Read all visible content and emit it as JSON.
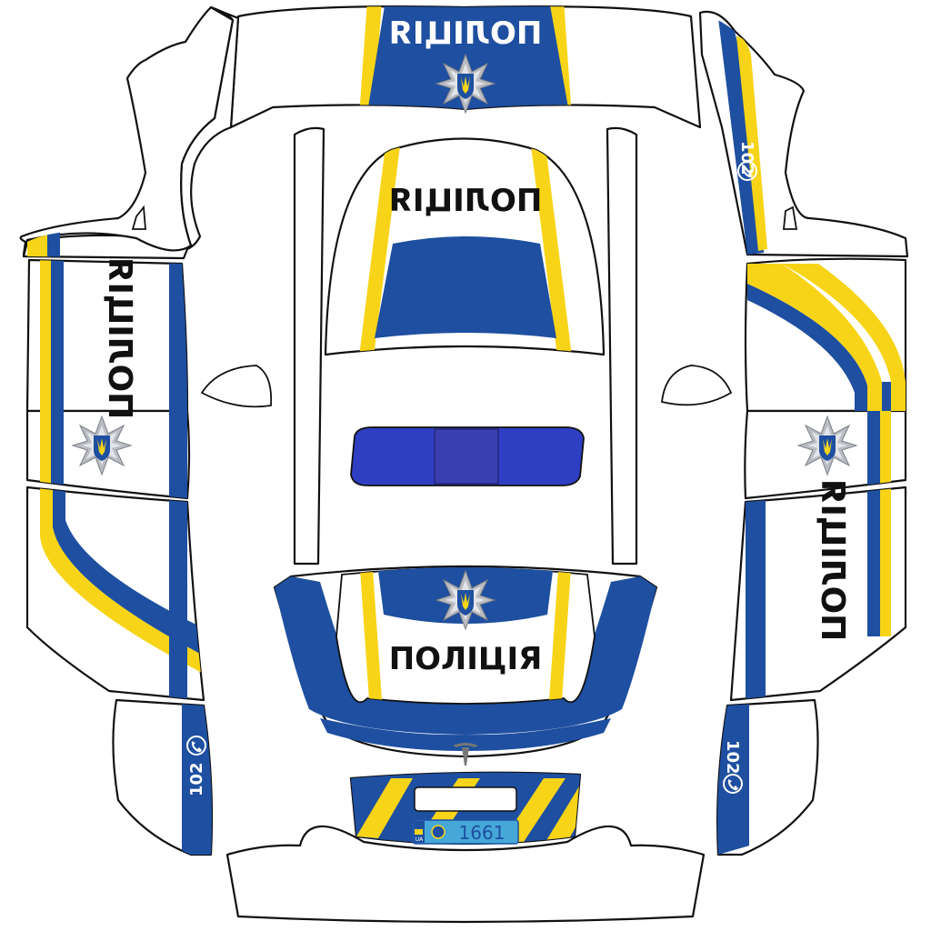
{
  "livery": {
    "police_word_mirrored": "ПОЛІЦІЯ",
    "police_word_readable": "ПОЛІЦІЯ",
    "phone_number": "102",
    "plate_number": "1661",
    "plate_country_code": "UA",
    "brand_logo": "tesla-logo",
    "emblem": "police-star-emblem",
    "phone_icon": "phone-icon"
  },
  "colors": {
    "blue": "#1e4fa0",
    "yellow": "#f7d417",
    "lightbar_blue": "#2f3fc4",
    "plate_blue": "#45a8d8",
    "outline": "#111111",
    "body": "#ffffff"
  }
}
